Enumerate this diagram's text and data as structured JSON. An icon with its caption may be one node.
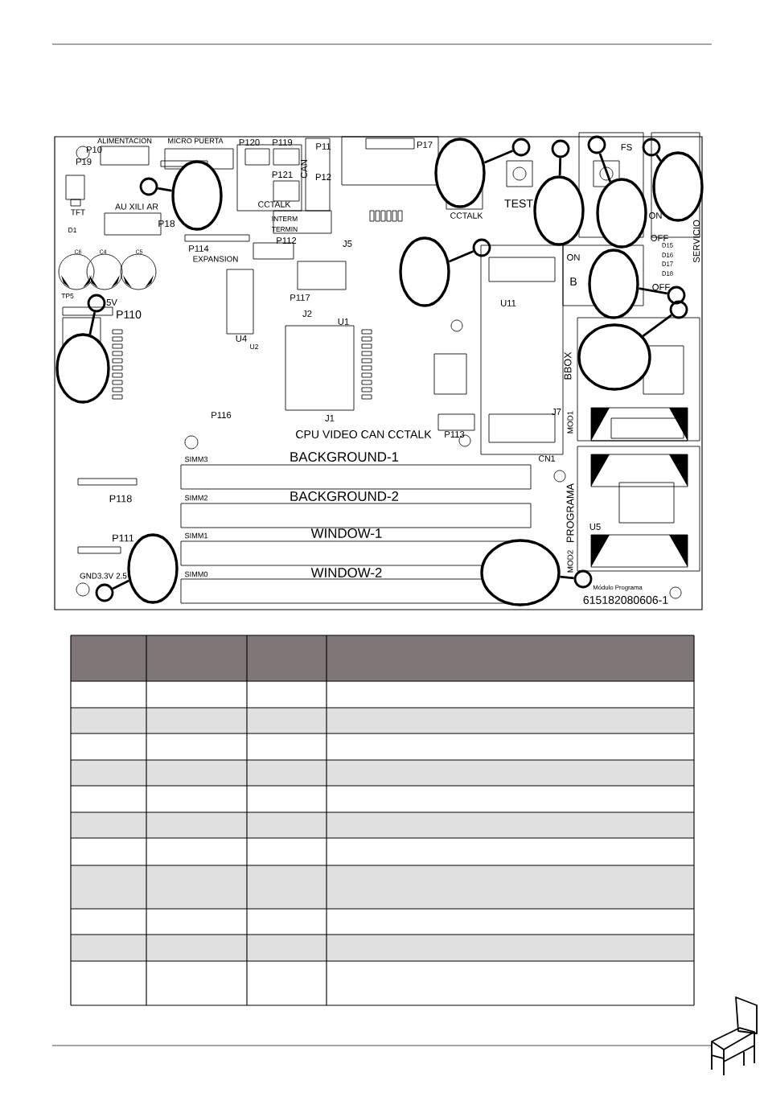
{
  "diagram": {
    "nodes": [
      {
        "text": [],
        "shape": "circle"
      },
      {
        "text": [],
        "shape": "circle"
      },
      {
        "text": [],
        "shape": "circle"
      },
      {
        "text": [],
        "shape": "circle"
      },
      {
        "text": [],
        "shape": "circle"
      },
      {
        "text": [],
        "shape": "circle"
      },
      {
        "text": [],
        "shape": "circle"
      },
      {
        "text": [],
        "shape": "circle"
      },
      {
        "text": [],
        "shape": "circle"
      },
      {
        "text": [],
        "shape": "circle"
      },
      {
        "text": [],
        "shape": "circle"
      },
      {
        "text": [],
        "shape": "circle"
      },
      {
        "text": [],
        "shape": "circle"
      },
      {
        "text": [],
        "shape": "circle"
      },
      {
        "text": [],
        "shape": "circle"
      },
      {
        "text": [],
        "shape": "circle"
      },
      {
        "text": [],
        "shape": "circle"
      },
      {
        "text": [],
        "shape": "circle"
      },
      {
        "text": [],
        "shape": "circle"
      },
      {
        "text": [],
        "shape": "circle"
      },
      {
        "text": [],
        "shape": "circle"
      },
      {
        "text": [],
        "shape": "circle"
      }
    ],
    "edges": [
      {
        "from": 0,
        "to": 11,
        "arrow": "none"
      },
      {
        "from": 1,
        "to": 12,
        "arrow": "none"
      },
      {
        "from": 2,
        "to": 13,
        "arrow": "none"
      },
      {
        "from": 3,
        "to": 14,
        "arrow": "none"
      },
      {
        "from": 4,
        "to": 15,
        "arrow": "none"
      },
      {
        "from": 5,
        "to": 16,
        "arrow": "none"
      },
      {
        "from": 6,
        "to": 17,
        "arrow": "none"
      },
      {
        "from": 7,
        "to": 18,
        "arrow": "none"
      },
      {
        "from": 8,
        "to": 19,
        "arrow": "none"
      },
      {
        "from": 9,
        "to": 20,
        "arrow": "none"
      },
      {
        "from": 10,
        "to": 21,
        "arrow": "none"
      }
    ],
    "labels": [
      "ALIMENTACION",
      "MICRO PUERTA",
      "P10",
      "P19",
      "TFT",
      "AU XILI AR",
      "P18",
      "P120",
      "P119",
      "P121",
      "CCTALK",
      "CAN",
      "P11",
      "P12",
      "P17",
      "INTERM",
      "TERMIN",
      "P114",
      "EXPANSION",
      "P112",
      "J5",
      "C6",
      "C4",
      "C5",
      "5V",
      "P110",
      "P117",
      "J2",
      "U1",
      "U4",
      "U2",
      "P116",
      "J1",
      "CPU VIDEO CAN CCTALK",
      "P113",
      "J7",
      "SIMM3",
      "BACKGROUND-1",
      "CN1",
      "P118",
      "SIMM2",
      "BACKGROUND-2",
      "P111",
      "SIMM1",
      "WINDOW-1",
      "GND",
      "3.3V",
      "2.5",
      "SIMM0",
      "WINDOW-2",
      "TEST",
      "CCTALK",
      "FS",
      "ON",
      "OFF",
      "D15",
      "D16",
      "D17",
      "D18",
      "SERVICIO",
      "ON",
      "B",
      "OFF",
      "U11",
      "BBOX",
      "MOD1",
      "PROGRAMA",
      "MOD2",
      "U5",
      "Módulo Programa",
      "615182080606-1",
      "D1",
      "TP5"
    ]
  }
}
